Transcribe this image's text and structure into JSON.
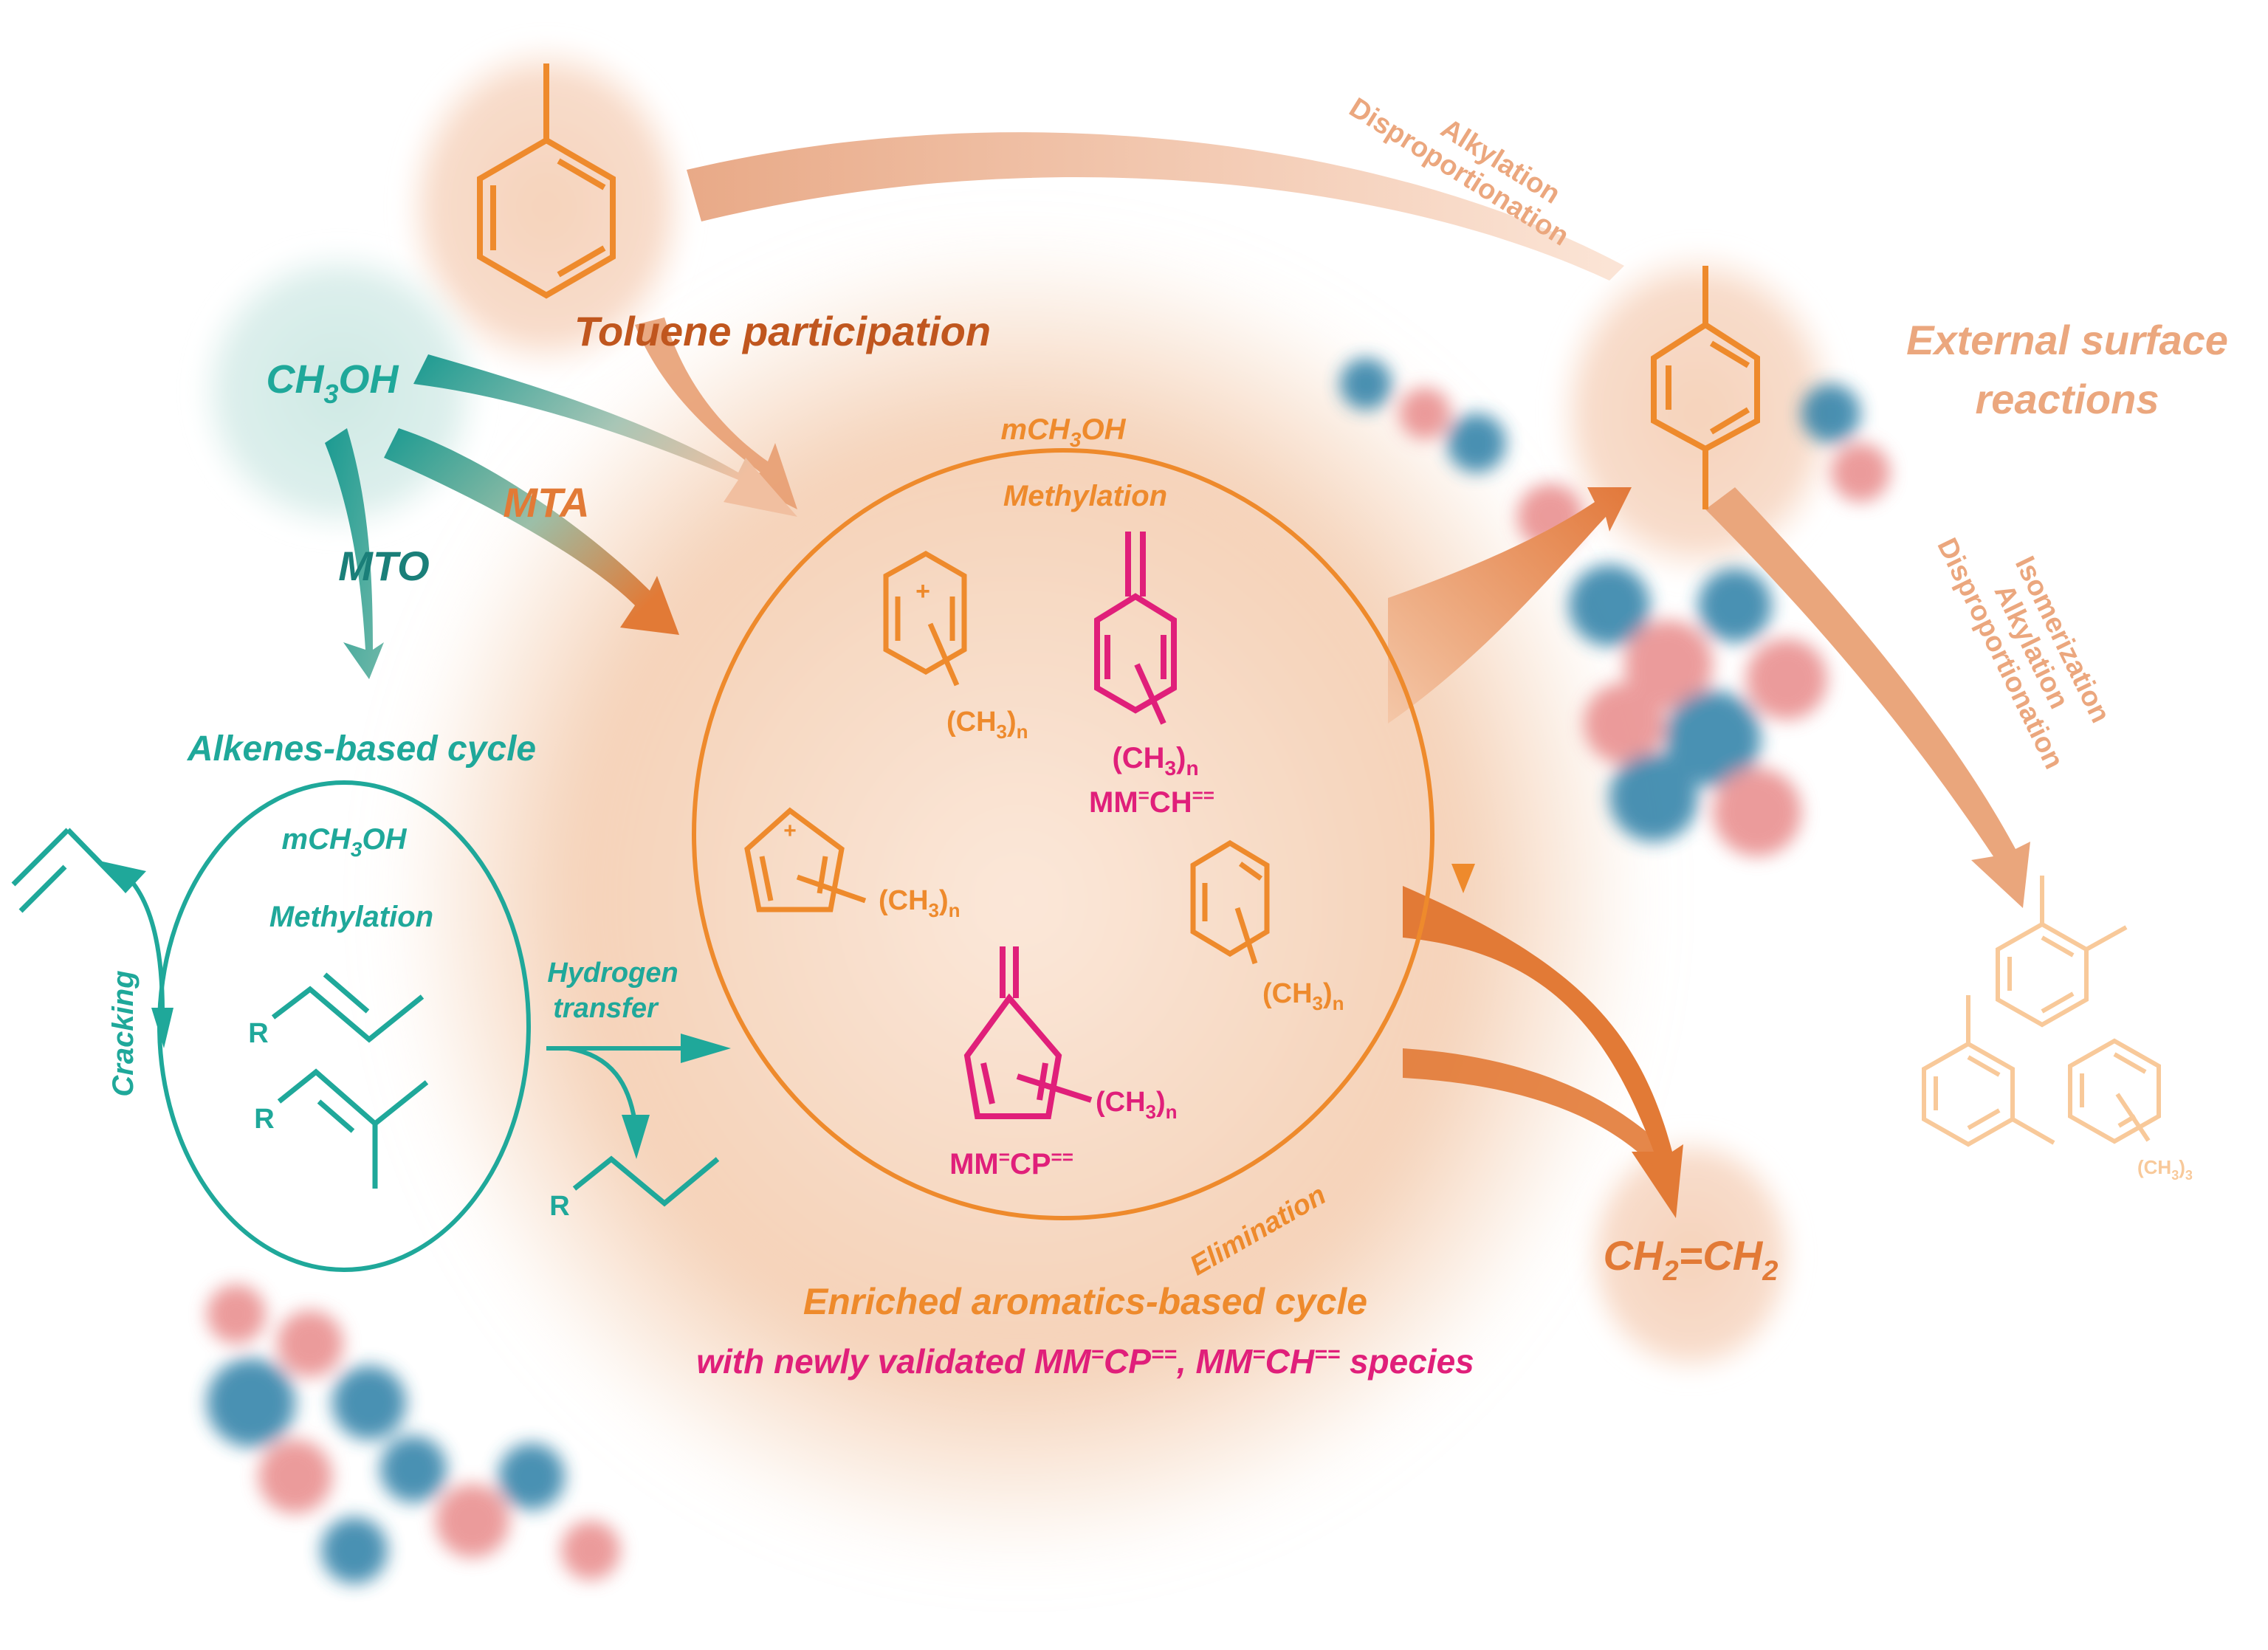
{
  "feed": {
    "methanol": {
      "base": "CH",
      "sub": "3",
      "tail": "OH"
    },
    "mto_label": "MTO",
    "mta_label": "MTA"
  },
  "toluene": {
    "label": "Toluene participation"
  },
  "alkenes_cycle": {
    "title": "Alkenes-based cycle",
    "reagent": {
      "base": "mCH",
      "sub": "3",
      "tail": "OH"
    },
    "step": "Methylation",
    "cracking": "Cracking",
    "r1": "R",
    "r2": "R",
    "r3": "R",
    "hydrogen_transfer": [
      "Hydrogen",
      "transfer"
    ]
  },
  "aromatics_cycle": {
    "reagent": {
      "base": "mCH",
      "sub": "3",
      "tail": "OH"
    },
    "step": "Methylation",
    "elimination": "Elimination",
    "substituent": {
      "open": "(CH",
      "sub": "3",
      "close": ")",
      "n": "n"
    },
    "species_ch": {
      "base": "MM",
      "sup1": "=",
      "mid": "CH",
      "sup2": "=="
    },
    "species_cp": {
      "base": "MM",
      "sup1": "=",
      "mid": "CP",
      "sup2": "=="
    },
    "title": "Enriched aromatics-based cycle",
    "subtitle": {
      "p1": "with newly validated MM",
      "s1": "=",
      "p2": "CP",
      "s2": "==",
      "p3": ", MM",
      "s3": "=",
      "p4": "CH",
      "s4": "==",
      "p5": " species"
    }
  },
  "ethylene": {
    "a": "CH",
    "sa": "2",
    "eq": "=CH",
    "sb": "2"
  },
  "external": {
    "title_lines": [
      "External surface",
      "reactions"
    ],
    "top_arrow_labels": [
      "Alkylation",
      "Disproportionation"
    ],
    "right_arrow_labels": [
      "Isomerization",
      "Alkylation",
      "Disproportionation"
    ],
    "trimethyl": {
      "open": "(CH",
      "sub": "3",
      "close": ")",
      "n": "3"
    }
  },
  "colors": {
    "teal": "#1fa89a",
    "orange": "#ee8a2c",
    "pink": "#e01f7a",
    "pale_orange": "#eba77e",
    "brown": "#c0561e",
    "zeolite_blue": "#2c7ea6",
    "zeolite_pink": "#e88a8a"
  }
}
